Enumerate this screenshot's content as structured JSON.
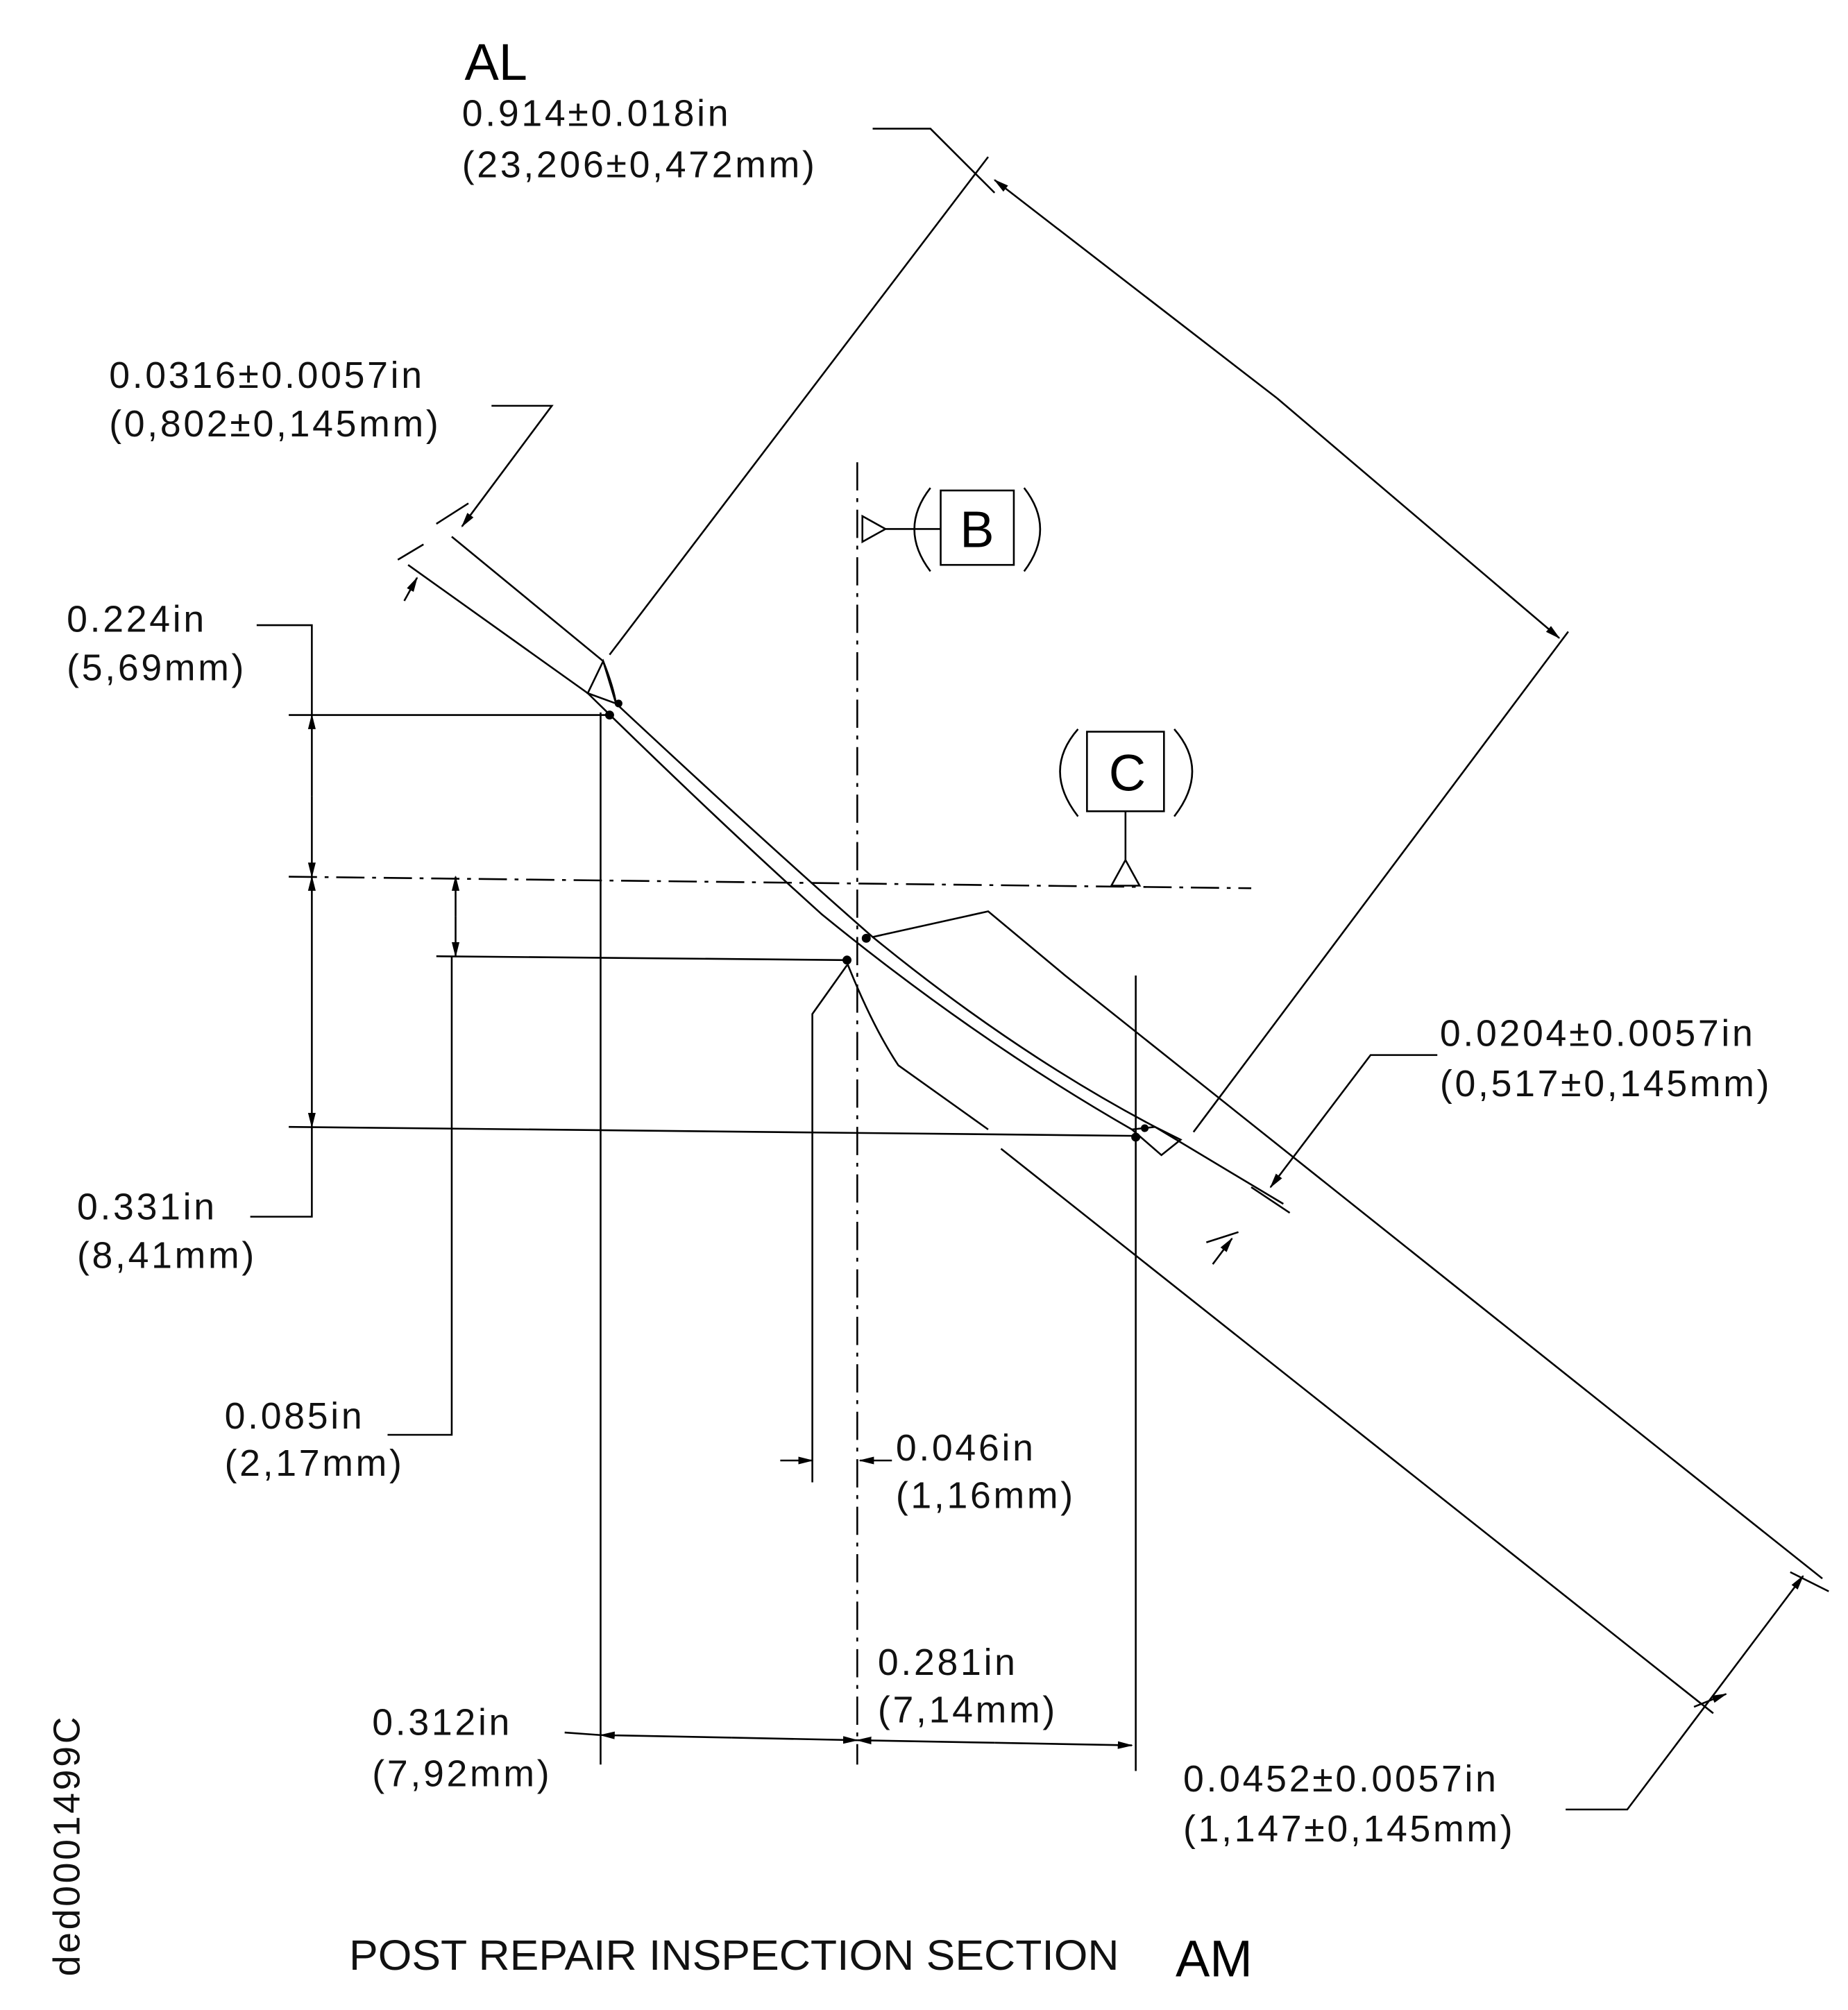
{
  "view_labels": {
    "top": "AL",
    "bottom": "AM"
  },
  "title": "POST REPAIR INSPECTION SECTION",
  "drawing_id": "ded0001499C",
  "datums": {
    "b": "B",
    "c": "C"
  },
  "dimensions": {
    "overall": {
      "in": "0.914±0.018in",
      "mm": "(23,206±0,472mm)"
    },
    "thickness_top": {
      "in": "0.0316±0.0057in",
      "mm": "(0,802±0,145mm)"
    },
    "height_upper": {
      "in": "0.224in",
      "mm": "(5,69mm)"
    },
    "height_lower": {
      "in": "0.331in",
      "mm": "(8,41mm)"
    },
    "height_small": {
      "in": "0.085in",
      "mm": "(2,17mm)"
    },
    "offset": {
      "in": "0.046in",
      "mm": "(1,16mm)"
    },
    "width_right": {
      "in": "0.281in",
      "mm": "(7,14mm)"
    },
    "width_left": {
      "in": "0.312in",
      "mm": "(7,92mm)"
    },
    "thickness_mid": {
      "in": "0.0204±0.0057in",
      "mm": "(0,517±0,145mm)"
    },
    "thickness_bottom": {
      "in": "0.0452±0.0057in",
      "mm": "(1,147±0,145mm)"
    }
  }
}
